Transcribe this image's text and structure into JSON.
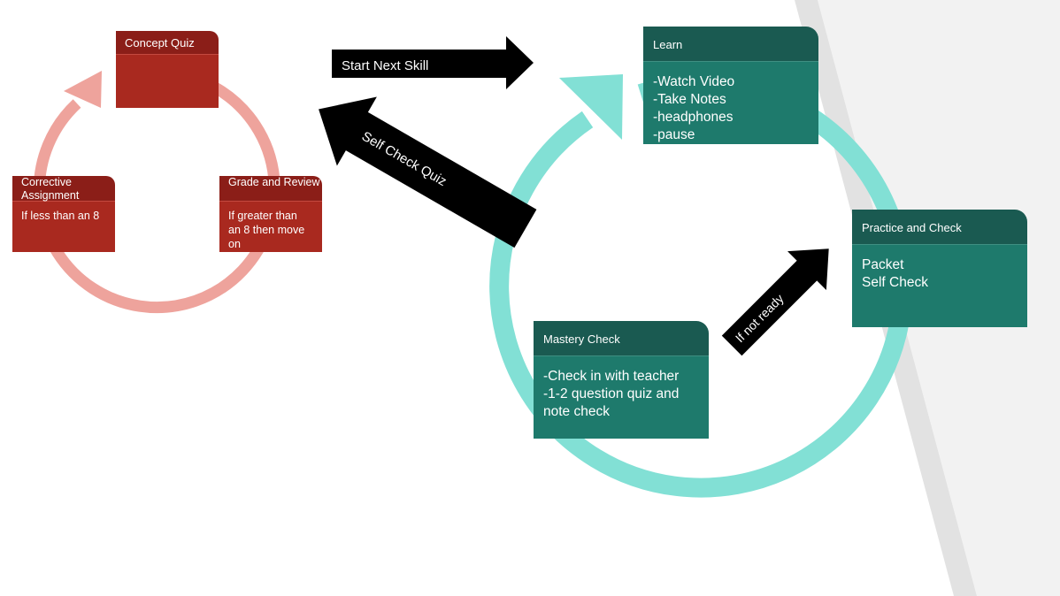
{
  "colors": {
    "red_header": "#8b1e18",
    "red_body": "#a9291f",
    "red_ring": "#eea39c",
    "green_header": "#1a5a51",
    "green_body": "#1e7a6c",
    "teal_ring": "#82e0d5",
    "arrow": "#000000",
    "slant_band": "#e2e2e2",
    "slant_panel": "#f2f2f2"
  },
  "red_cycle": {
    "concept_quiz": {
      "title": "Concept Quiz",
      "body": []
    },
    "corrective": {
      "title": "Corrective Assignment",
      "body": [
        "If less than an 8"
      ]
    },
    "grade_review": {
      "title": "Grade and Review",
      "body": [
        "If greater than",
        "an 8 then move",
        "on"
      ]
    }
  },
  "green_cycle": {
    "learn": {
      "title": "Learn",
      "body": [
        "-Watch Video",
        "-Take Notes",
        "-headphones",
        "-pause"
      ]
    },
    "practice": {
      "title": "Practice and Check",
      "body": [
        "Packet",
        "Self Check"
      ]
    },
    "mastery": {
      "title": "Mastery Check",
      "body": [
        "-Check in with teacher",
        "-1-2 question quiz and",
        "note check"
      ]
    }
  },
  "arrows": {
    "start_next_skill": "Start Next Skill",
    "self_check_quiz": "Self Check Quiz",
    "if_not_ready": "If not ready"
  }
}
